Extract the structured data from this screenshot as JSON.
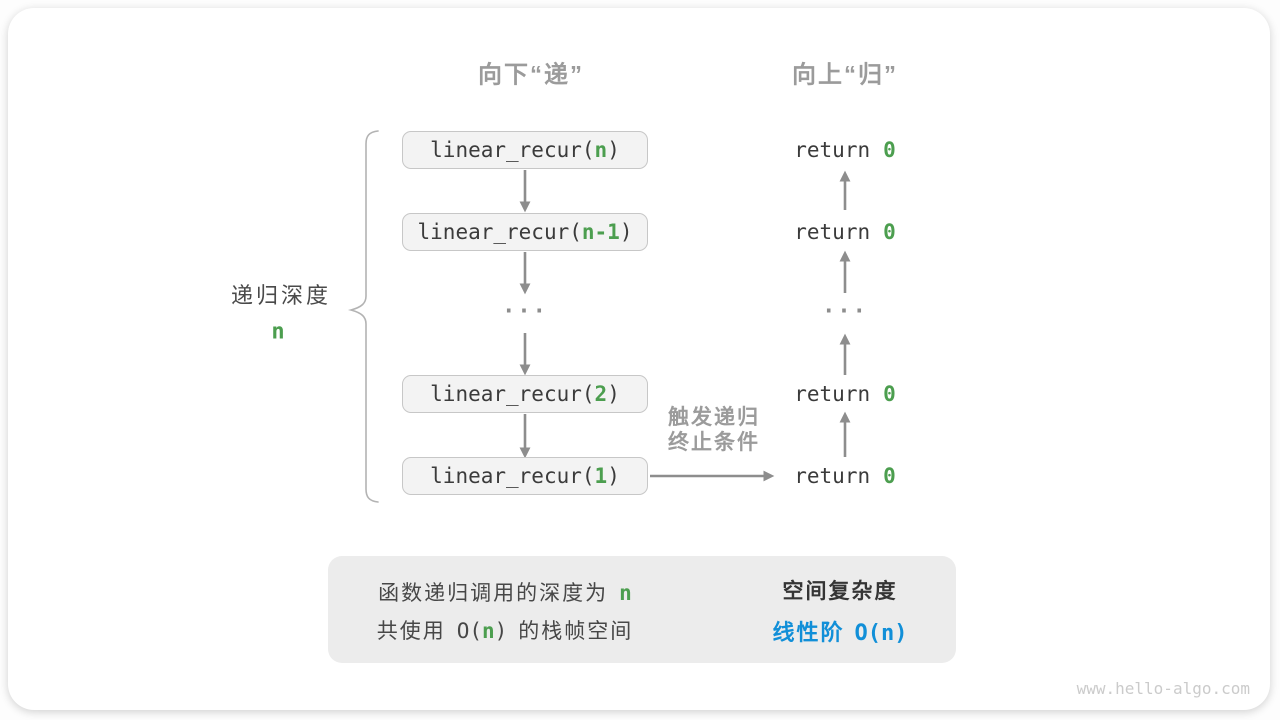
{
  "colors": {
    "green": "#4c9e4f",
    "blue": "#118fd8",
    "arrow_gray": "#8d8d8d",
    "box_fill": "#f3f3f3",
    "box_border": "#c7c7c7",
    "summary_fill": "#ececec"
  },
  "titles": {
    "descend": "向下“递”",
    "ascend": "向上“归”"
  },
  "depth_brace": {
    "label": "递归深度",
    "value": "n"
  },
  "call_stack": [
    {
      "prefix": "linear_recur(",
      "arg": "n",
      "suffix": ")"
    },
    {
      "prefix": "linear_recur(",
      "arg": "n-1",
      "suffix": ")"
    },
    {
      "prefix": "linear_recur(",
      "arg": "2",
      "suffix": ")"
    },
    {
      "prefix": "linear_recur(",
      "arg": "1",
      "suffix": ")"
    }
  ],
  "ellipsis": "...",
  "returns": [
    {
      "keyword": "return",
      "value": "0"
    },
    {
      "keyword": "return",
      "value": "0"
    },
    {
      "keyword": "return",
      "value": "0"
    },
    {
      "keyword": "return",
      "value": "0"
    }
  ],
  "trigger": {
    "line1": "触发递归",
    "line2": "终止条件"
  },
  "summary": {
    "cause_line1_text": "函数递归调用的深度为",
    "cause_line1_value": "n",
    "cause_line2_prefix": "共使用",
    "cause_line2_code_open": "O(",
    "cause_line2_value": "n",
    "cause_line2_code_close": ")",
    "cause_line2_suffix": "的栈帧空间",
    "result_title": "空间复杂度",
    "result_label": "线性阶",
    "result_complexity": "O(n)"
  },
  "watermark": "www.hello-algo.com"
}
